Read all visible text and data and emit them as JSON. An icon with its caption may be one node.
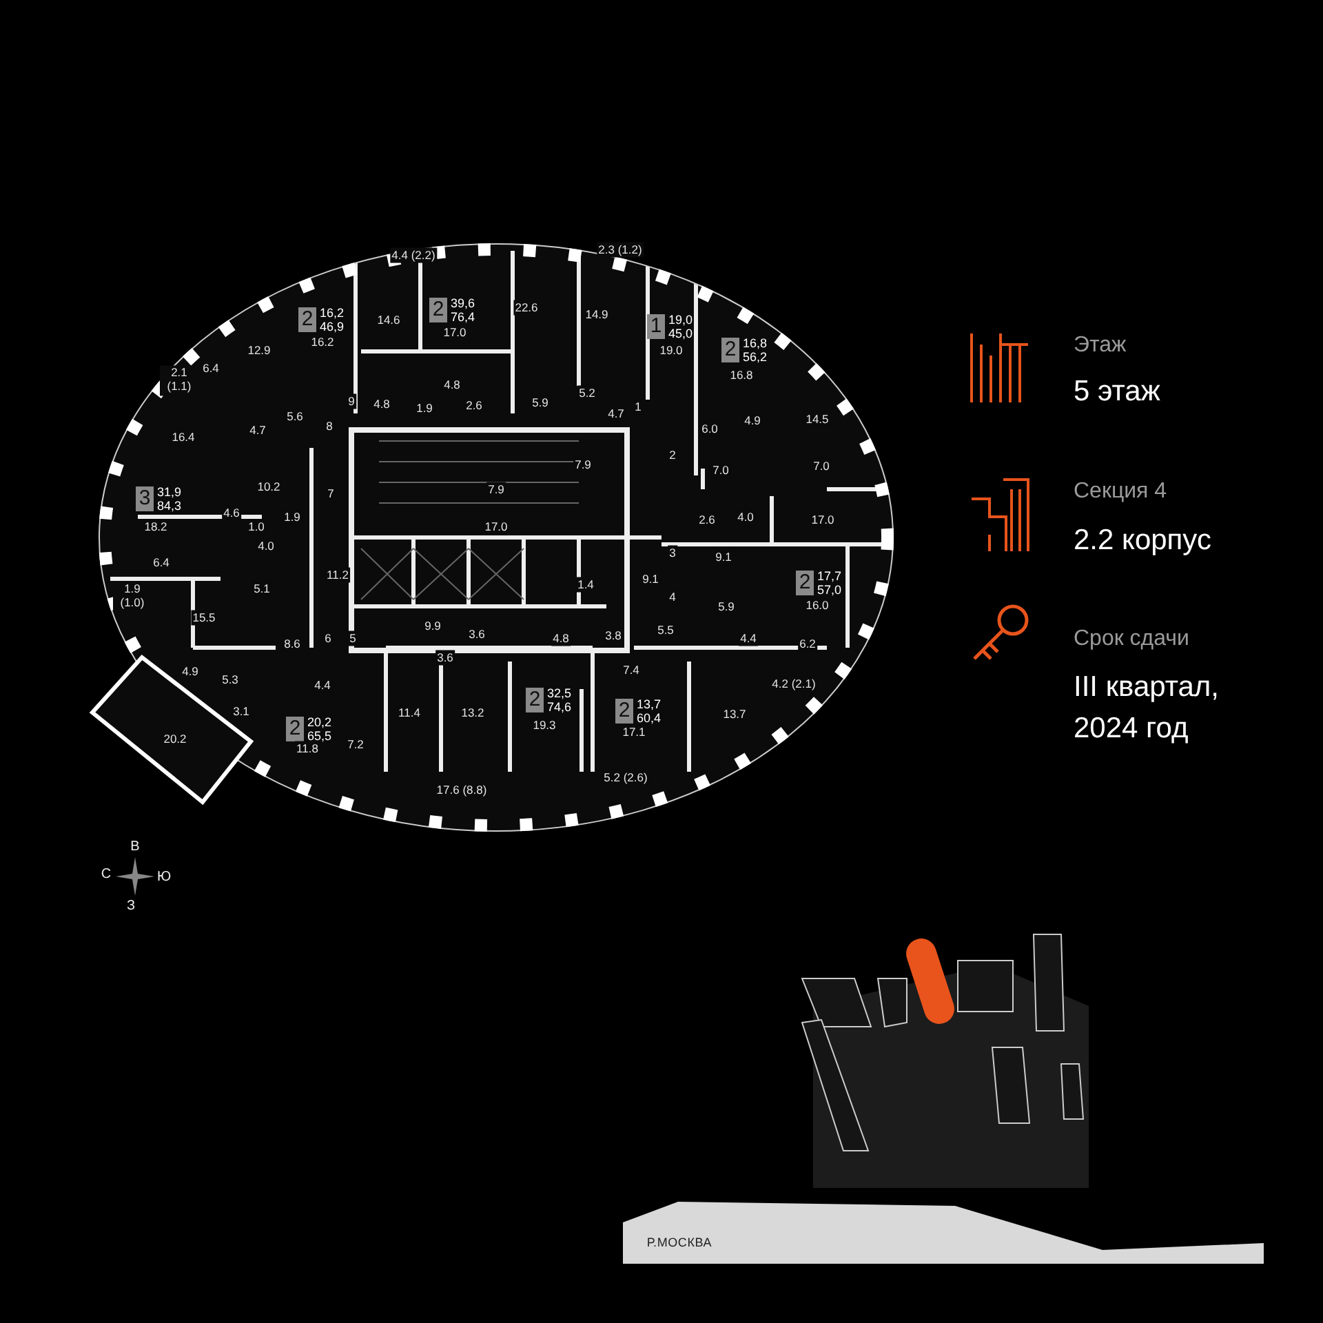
{
  "diagram": {
    "nodes": [
      {
        "text": [
          "2"
        ],
        "beside": [
          "39,6",
          "76,4"
        ]
      },
      {
        "text": [
          "2"
        ],
        "beside": [
          "16,2",
          "46,9"
        ]
      },
      {
        "text": [
          "1"
        ],
        "beside": [
          "19,0",
          "45,0"
        ]
      },
      {
        "text": [
          "2"
        ],
        "beside": [
          "16,8",
          "56,2"
        ]
      },
      {
        "text": [
          "3"
        ],
        "beside": [
          "31,9",
          "84,3"
        ]
      },
      {
        "text": [
          "2"
        ],
        "beside": [
          "17,7",
          "57,0"
        ]
      },
      {
        "text": [
          "2"
        ],
        "beside": [
          "32,5",
          "74,6"
        ]
      },
      {
        "text": [
          "2"
        ],
        "beside": [
          "13,7",
          "60,4"
        ]
      },
      {
        "text": [
          "2"
        ],
        "beside": [
          "20,2",
          "65,5"
        ]
      }
    ],
    "labels": [
      "4.4 (2.2)",
      "2.3 (1.2)",
      "14.6",
      "16.2",
      "17.0",
      "22.6",
      "14.9",
      "19.0",
      "16.8",
      "12.9",
      "6.4",
      "2.1 (1.1)",
      "9",
      "4.8",
      "1.9",
      "4.8",
      "2.6",
      "5.9",
      "5.2",
      "4.7",
      "1",
      "4.9",
      "14.5",
      "6.0",
      "16.4",
      "4.7",
      "5.6",
      "8",
      "2",
      "7.9",
      "7.0",
      "7.0",
      "10.2",
      "7",
      "7.9",
      "4.6",
      "1.9",
      "2.6",
      "4.0",
      "17.0",
      "18.2",
      "1.0",
      "17.0",
      "4.0",
      "3",
      "9.1",
      "6.4",
      "11.2",
      "9.1",
      "1.4",
      "5.1",
      "1.9 (1.0)",
      "4",
      "5.9",
      "16.0",
      "15.5",
      "8.6",
      "6",
      "5",
      "9.9",
      "3.6",
      "4.8",
      "3.8",
      "5.5",
      "4.4",
      "6.2",
      "3.6",
      "4.9",
      "5.3",
      "4.4",
      "7.4",
      "4.2 (2.1)",
      "3.1",
      "11.4",
      "13.2",
      "13.7",
      "19.3",
      "17.1",
      "20.2",
      "7.2",
      "11.8",
      "5.2 (2.6)",
      "17.6 (8.8)",
      "В",
      "С",
      "Ю",
      "З",
      "Этаж",
      "5 этаж",
      "Секция 4",
      "2.2 корпус",
      "Срок сдачи",
      "III квартал, 2024 год",
      "Р.МОСКВА"
    ]
  }
}
